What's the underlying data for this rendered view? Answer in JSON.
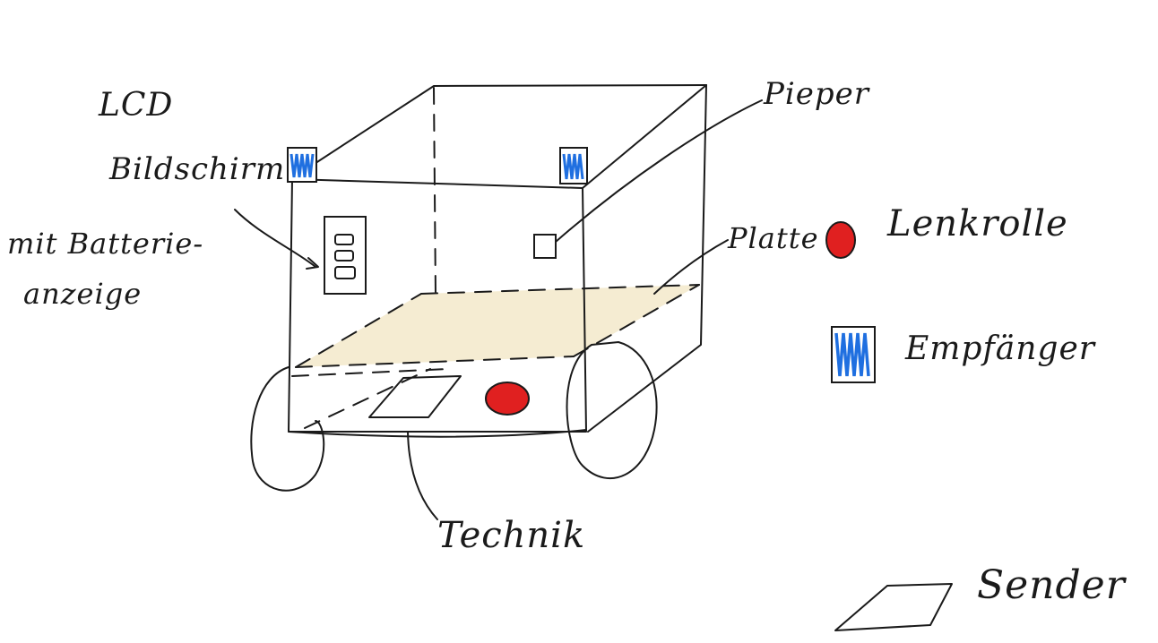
{
  "labels": {
    "lcd": "LCD",
    "bildschirm": "Bildschirm",
    "batterie_line1": "mit Batterie-",
    "batterie_line2": "anzeige",
    "pieper": "Pieper",
    "platte": "Platte",
    "lenkrolle": "Lenkrolle",
    "empfaenger": "Empfänger",
    "technik": "Technik",
    "sender": "Sender"
  },
  "colors": {
    "ink": "#1a1a1a",
    "receiver_blue": "#1f6fe0",
    "caster_red": "#e02020",
    "plate_fill": "#f5ecd2"
  }
}
